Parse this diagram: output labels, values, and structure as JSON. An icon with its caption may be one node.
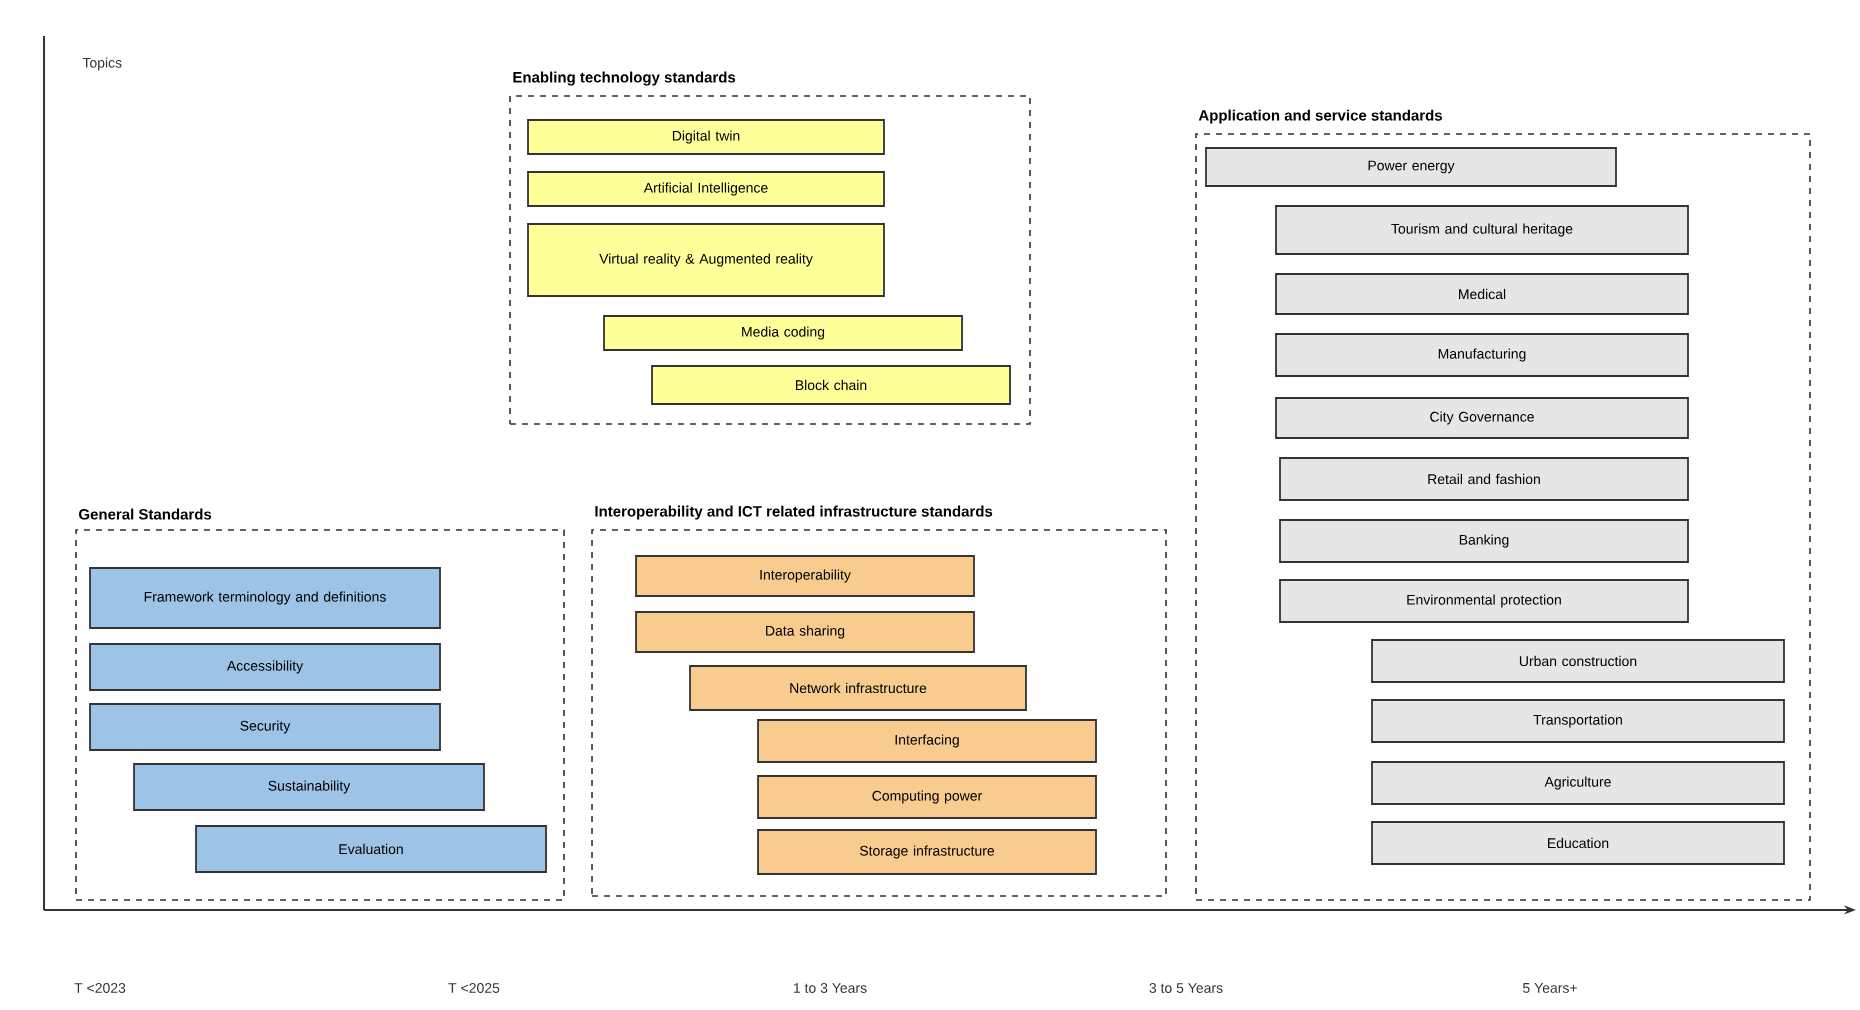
{
  "diagram": {
    "nodes": [
      {
        "text": [
          "Enabling technology standards"
        ]
      },
      {
        "text": [
          "Digital twin"
        ],
        "in": 0
      },
      {
        "text": [
          "Artificial Intelligence"
        ],
        "in": 0
      },
      {
        "text": [
          "Virtual reality & Augmented reality"
        ],
        "in": 0
      },
      {
        "text": [
          "Media coding"
        ],
        "in": 0
      },
      {
        "text": [
          "Block chain"
        ],
        "in": 0
      },
      {
        "text": [
          "Application and service standards"
        ]
      },
      {
        "text": [
          "Power energy"
        ],
        "in": 6
      },
      {
        "text": [
          "Tourism and cultural heritage"
        ],
        "in": 6
      },
      {
        "text": [
          "Medical"
        ],
        "in": 6
      },
      {
        "text": [
          "Manufacturing"
        ],
        "in": 6
      },
      {
        "text": [
          "City Governance"
        ],
        "in": 6
      },
      {
        "text": [
          "Retail and fashion"
        ],
        "in": 6
      },
      {
        "text": [
          "Banking"
        ],
        "in": 6
      },
      {
        "text": [
          "Environmental protection"
        ],
        "in": 6
      },
      {
        "text": [
          "Urban construction"
        ],
        "in": 6
      },
      {
        "text": [
          "Transportation"
        ],
        "in": 6
      },
      {
        "text": [
          "Agriculture"
        ],
        "in": 6
      },
      {
        "text": [
          "Education"
        ],
        "in": 6
      },
      {
        "text": [
          "General Standards"
        ]
      },
      {
        "text": [
          "Framework terminology and definitions"
        ],
        "in": 19
      },
      {
        "text": [
          "Accessibility"
        ],
        "in": 19
      },
      {
        "text": [
          "Security"
        ],
        "in": 19
      },
      {
        "text": [
          "Sustainability"
        ],
        "in": 19
      },
      {
        "text": [
          "Evaluation"
        ],
        "in": 19
      },
      {
        "text": [
          "Interoperability and ICT related infrastructure standards"
        ]
      },
      {
        "text": [
          "Interoperability"
        ],
        "in": 25
      },
      {
        "text": [
          "Data sharing"
        ],
        "in": 25
      },
      {
        "text": [
          "Network infrastructure"
        ],
        "in": 25
      },
      {
        "text": [
          "Interfacing"
        ],
        "in": 25
      },
      {
        "text": [
          "Computing power"
        ],
        "in": 25
      },
      {
        "text": [
          "Storage infrastructure"
        ],
        "in": 25
      }
    ],
    "labels": [
      "Topics",
      "T <2023",
      "T <2025",
      "1 to 3 Years",
      "3 to 5 Years",
      "5 Years+"
    ]
  }
}
